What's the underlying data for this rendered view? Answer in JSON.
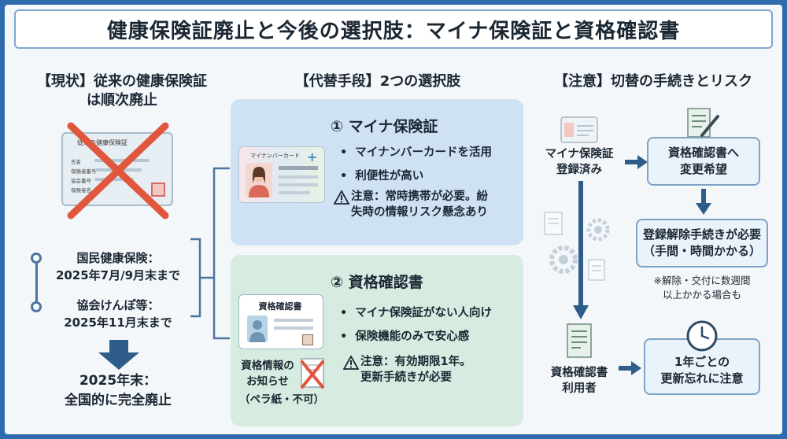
{
  "title": "健康保険証廃止と今後の選択肢：マイナ保険証と資格確認書",
  "left": {
    "heading_line1": "【現状】従来の健康保険証",
    "heading_line2": "は順次廃止",
    "card_header": "従来の健康保険証",
    "card_rows": [
      "氏名",
      "保険者番号",
      "協会番号",
      "保険者名"
    ],
    "milestones": [
      {
        "line1": "国民健康保険：",
        "line2": "2025年7月/9月末まで"
      },
      {
        "line1": "協会けんぽ等：",
        "line2": "2025年11月末まで"
      }
    ],
    "final_line1": "2025年末：",
    "final_line2": "全国的に完全廃止"
  },
  "middle": {
    "heading": "【代替手段】2つの選択肢",
    "option1": {
      "title": "① マイナ保険証",
      "card_label": "マイナンバーカード",
      "bullets": [
        "マイナンバーカードを活用",
        "利便性が高い"
      ],
      "warning_line1": "注意：常時携帯が必要。紛",
      "warning_line2": "失時の情報リスク懸念あり"
    },
    "option2": {
      "title": "② 資格確認書",
      "card_label": "資格確認書",
      "bullets": [
        "マイナ保険証がない人向け",
        "保険機能のみで安心感"
      ],
      "warning_line1": "注意：有効期限1年。",
      "warning_line2": "更新手続きが必要",
      "paper_line1": "資格情報の",
      "paper_line2": "お知らせ",
      "paper_line3": "（ペラ紙・不可）"
    }
  },
  "right": {
    "heading": "【注意】切替の手続きとリスク",
    "registered_line1": "マイナ保険証",
    "registered_line2": "登録済み",
    "change_line1": "資格確認書へ",
    "change_line2": "変更希望",
    "cancel_line1": "登録解除手続きが必要",
    "cancel_line2": "（手間・時間かかる）",
    "note_line1": "※解除・交付に数週間",
    "note_line2": "以上かかる場合も",
    "user_line1": "資格確認書",
    "user_line2": "利用者",
    "renew_line1": "1年ごとの",
    "renew_line2": "更新忘れに注意"
  },
  "colors": {
    "frame": "#2f6aad",
    "blue_box": "#cfe2f4",
    "green_box": "#d7ece0",
    "accent": "#2f5d8a",
    "cross": "#e0573d"
  }
}
